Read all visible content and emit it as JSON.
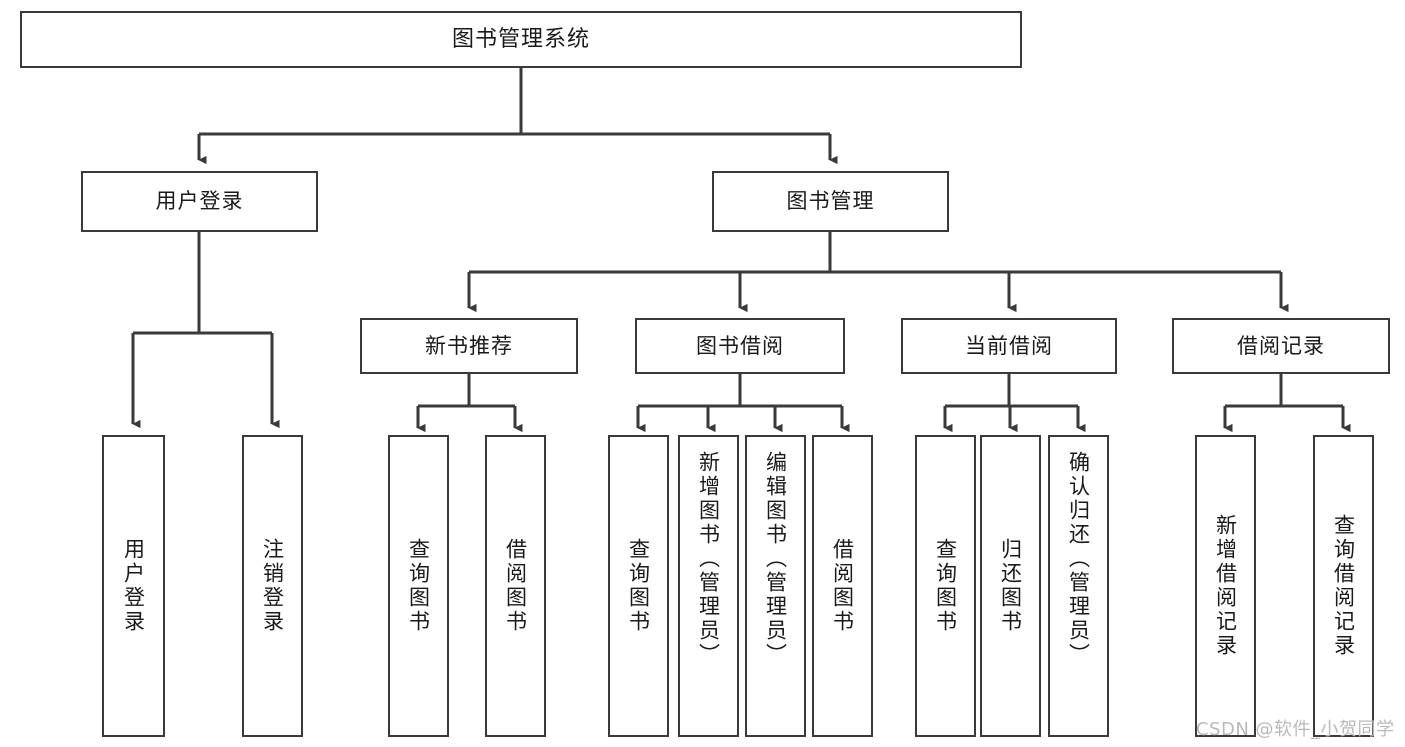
{
  "diagram": {
    "title": "图书管理系统",
    "type": "hierarchy-tree",
    "colors": {
      "box_border": "#3a3a3a",
      "box_fill": "#ffffff",
      "connector": "#3a3a3a",
      "text": "#1a1a1a",
      "watermark": "#b9b9b9"
    },
    "root": {
      "label": "图书管理系统"
    },
    "level2": [
      {
        "label": "用户登录"
      },
      {
        "label": "图书管理"
      }
    ],
    "level3": [
      {
        "label": "新书推荐"
      },
      {
        "label": "图书借阅"
      },
      {
        "label": "当前借阅"
      },
      {
        "label": "借阅记录"
      }
    ],
    "leaves": {
      "user_login": [
        {
          "label": "用户登录"
        },
        {
          "label": "注销登录"
        }
      ],
      "new_book_recommend": [
        {
          "label": "查询图书"
        },
        {
          "label": "借阅图书"
        }
      ],
      "book_borrow": [
        {
          "label": "查询图书"
        },
        {
          "label": "新增图书（管理员）"
        },
        {
          "label": "编辑图书（管理员）"
        },
        {
          "label": "借阅图书"
        }
      ],
      "current_borrow": [
        {
          "label": "查询图书"
        },
        {
          "label": "归还图书"
        },
        {
          "label": "确认归还（管理员）"
        }
      ],
      "borrow_records": [
        {
          "label": "新增借阅记录"
        },
        {
          "label": "查询借阅记录"
        }
      ]
    }
  },
  "watermark": {
    "text": "CSDN @软件_小贺同学"
  }
}
